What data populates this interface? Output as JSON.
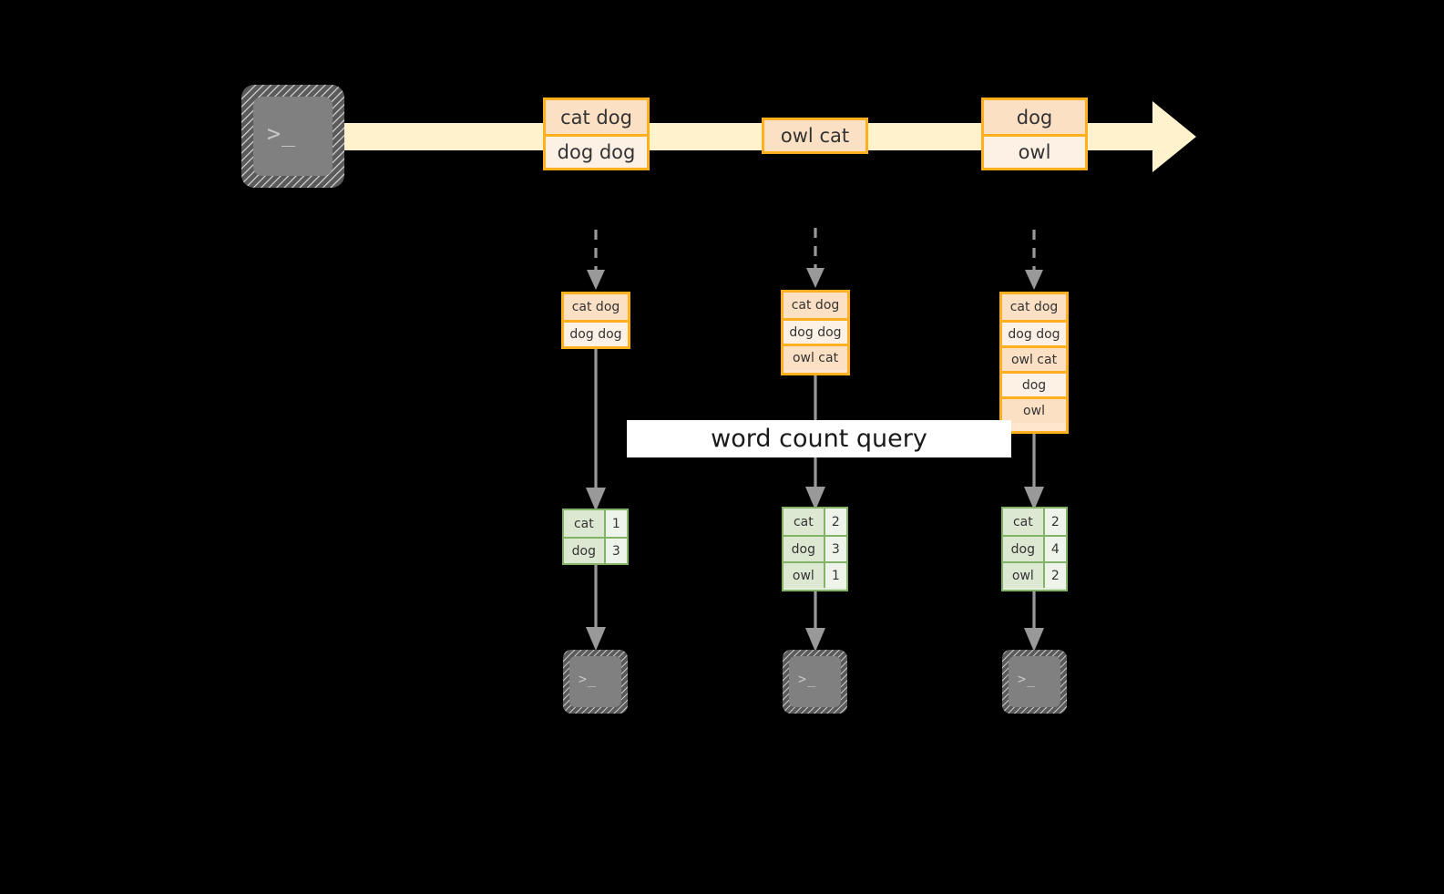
{
  "diagram": {
    "title_label": "word count query",
    "colors": {
      "stream_fill": "#FFF2CC",
      "orange_border": "#FFB01F",
      "orange_fill_dark": "#FBE0C4",
      "orange_fill_light": "#FDF1E5",
      "green_border": "#82B366",
      "green_fill_dark": "#DDE8D3",
      "green_fill_light": "#EFF4EB",
      "connector_gray": "#999999",
      "terminal_gray": "#808080",
      "terminal_glyph": "#c8c8c8",
      "background": "#000000",
      "label_bg": "#FFFFFF"
    },
    "source_terminal": {
      "icon": "terminal-prompt-icon",
      "glyph": ">_"
    },
    "stream_events": [
      {
        "name": "event-group-1",
        "lines": [
          "cat dog",
          "dog dog"
        ]
      },
      {
        "name": "event-group-2",
        "lines": [
          "owl cat"
        ]
      },
      {
        "name": "event-group-3",
        "lines": [
          "dog",
          "owl"
        ]
      }
    ],
    "snapshots": [
      {
        "name": "snapshot-1",
        "input_lines": [
          "cat dog",
          "dog dog"
        ],
        "result_header": null,
        "result_rows": [
          {
            "word": "cat",
            "count": "1"
          },
          {
            "word": "dog",
            "count": "3"
          }
        ],
        "sink_terminal": {
          "icon": "terminal-prompt-icon",
          "glyph": ">_"
        }
      },
      {
        "name": "snapshot-2",
        "input_lines": [
          "cat dog",
          "dog dog",
          "owl cat"
        ],
        "result_header": null,
        "result_rows": [
          {
            "word": "cat",
            "count": "2"
          },
          {
            "word": "dog",
            "count": "3"
          },
          {
            "word": "owl",
            "count": "1"
          }
        ],
        "sink_terminal": {
          "icon": "terminal-prompt-icon",
          "glyph": ">_"
        }
      },
      {
        "name": "snapshot-3",
        "input_lines": [
          "cat dog",
          "dog dog",
          "owl cat",
          "dog",
          "owl"
        ],
        "result_header": null,
        "result_rows": [
          {
            "word": "cat",
            "count": "2"
          },
          {
            "word": "dog",
            "count": "4"
          },
          {
            "word": "owl",
            "count": "2"
          }
        ],
        "sink_terminal": {
          "icon": "terminal-prompt-icon",
          "glyph": ">_"
        }
      }
    ]
  }
}
